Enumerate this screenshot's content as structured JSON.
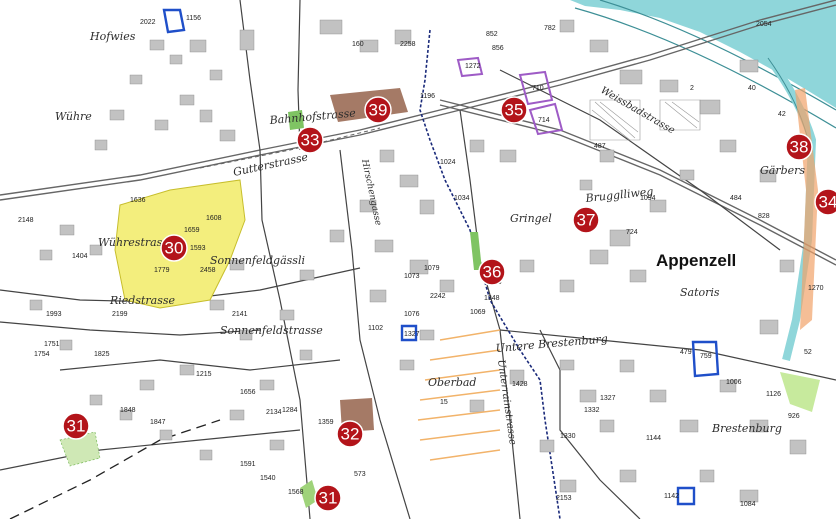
{
  "colors": {
    "marker": "#b3141a",
    "river": "#7fcfd4",
    "yellow_zone": "#f3ee7d",
    "brown_zone": "#9b6b55",
    "green_zone": "#7fc463",
    "purple_outline": "#9e5bc6",
    "blue_outline": "#1f4fc9",
    "rail": "#555555",
    "road": "#444444",
    "building": "#b9b9b9"
  },
  "places": {
    "appenzell": "Appenzell",
    "hofwies": "Hofwies",
    "wuhre": "Wühre",
    "wuhrestrasse": "Wührestrasse",
    "riedstrasse": "Riedstrasse",
    "sonnenfeldgassli": "Sonnenfeldgässli",
    "sonnenfeldstrasse": "Sonnenfeldstrasse",
    "bahnhofstrasse": "Bahnhofstrasse",
    "gutterstrasse": "Gutterstrasse",
    "gringel": "Gringel",
    "bruggliweg": "Brugglliweg",
    "satoris": "Satoris",
    "gaerbers": "Gärbers",
    "untere_brestenburg": "Untere Brestenburg",
    "brestenburg": "Brestenburg",
    "oberbad": "Oberbad",
    "unterrainstrasse": "Unterrainstrasse",
    "hirschengasse": "Hirschengasse",
    "weissbadstrasse": "Weissbadstrasse"
  },
  "markers": [
    {
      "label": "30"
    },
    {
      "label": "31"
    },
    {
      "label": "31"
    },
    {
      "label": "32"
    },
    {
      "label": "33"
    },
    {
      "label": "34"
    },
    {
      "label": "35"
    },
    {
      "label": "36"
    },
    {
      "label": "37"
    },
    {
      "label": "38"
    },
    {
      "label": "39"
    }
  ],
  "parcel_labels": [
    "1156",
    "2022",
    "2258",
    "160",
    "852",
    "856",
    "1272",
    "710",
    "714",
    "782",
    "2054",
    "1196",
    "1024",
    "1034",
    "487",
    "484",
    "828",
    "1094",
    "724",
    "1069",
    "1327",
    "1102",
    "1332",
    "1348",
    "1428",
    "479",
    "759",
    "926",
    "1006",
    "1126",
    "1327",
    "1330",
    "1144",
    "1142",
    "1084",
    "2153",
    "573",
    "1848",
    "1847",
    "2134",
    "1540",
    "1568",
    "1591",
    "1636",
    "1659",
    "1779",
    "2458",
    "1593",
    "1608",
    "1404",
    "1993",
    "2148",
    "2199",
    "1751",
    "1754",
    "1825",
    "2141",
    "1215",
    "1656",
    "1284",
    "1359",
    "1348",
    "15",
    "52",
    "42",
    "40",
    "2",
    "1270",
    "2242",
    "1079",
    "1073",
    "1076"
  ]
}
